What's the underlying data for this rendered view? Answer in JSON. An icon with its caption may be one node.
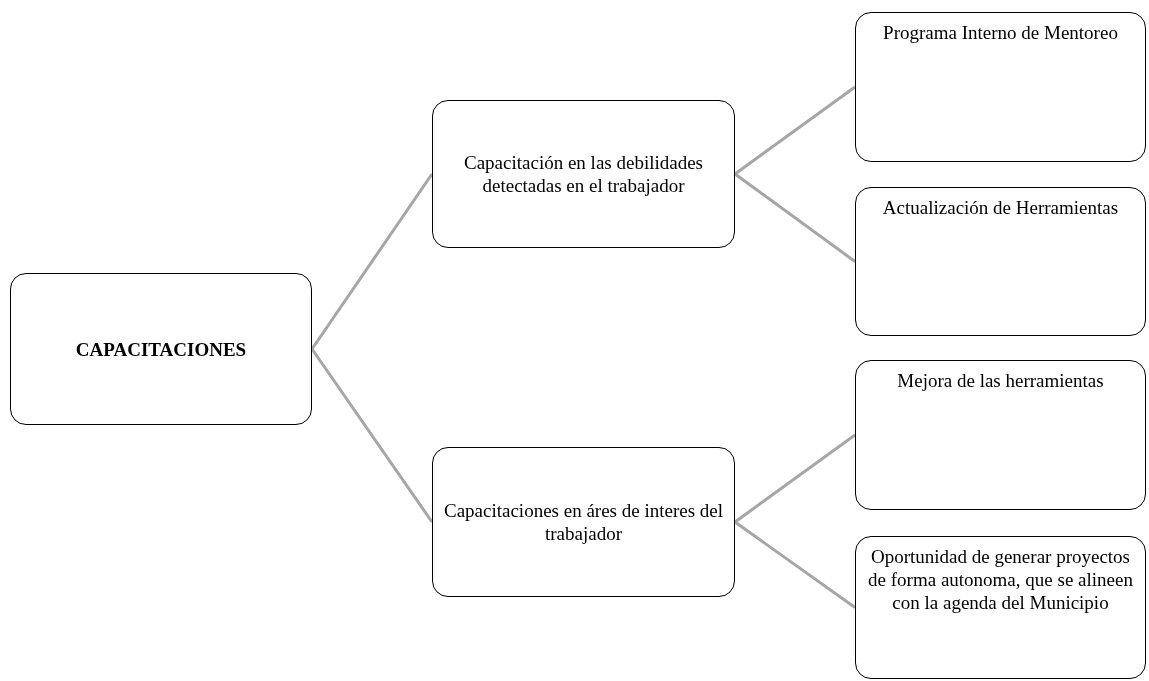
{
  "diagram": {
    "nodes": [
      {
        "text": [
          "CAPACITACIONES"
        ]
      },
      {
        "text": [
          "Capacitación en las debilidades detectadas en el trabajador"
        ]
      },
      {
        "text": [
          "Capacitaciones en áres de interes del trabajador"
        ]
      },
      {
        "text": [
          "Programa Interno de Mentoreo"
        ]
      },
      {
        "text": [
          "Actualización de Herramientas"
        ]
      },
      {
        "text": [
          "Mejora de las herramientas"
        ]
      },
      {
        "text": [
          "Oportunidad de generar proyectos de forma autonoma, que se alineen con la agenda del Municipio"
        ]
      }
    ],
    "edges": [
      {
        "from": 0,
        "to": 1,
        "arrow": "none"
      },
      {
        "from": 0,
        "to": 2,
        "arrow": "none"
      },
      {
        "from": 1,
        "to": 3,
        "arrow": "none"
      },
      {
        "from": 1,
        "to": 4,
        "arrow": "none"
      },
      {
        "from": 2,
        "to": 5,
        "arrow": "none"
      },
      {
        "from": 2,
        "to": 6,
        "arrow": "none"
      }
    ]
  }
}
